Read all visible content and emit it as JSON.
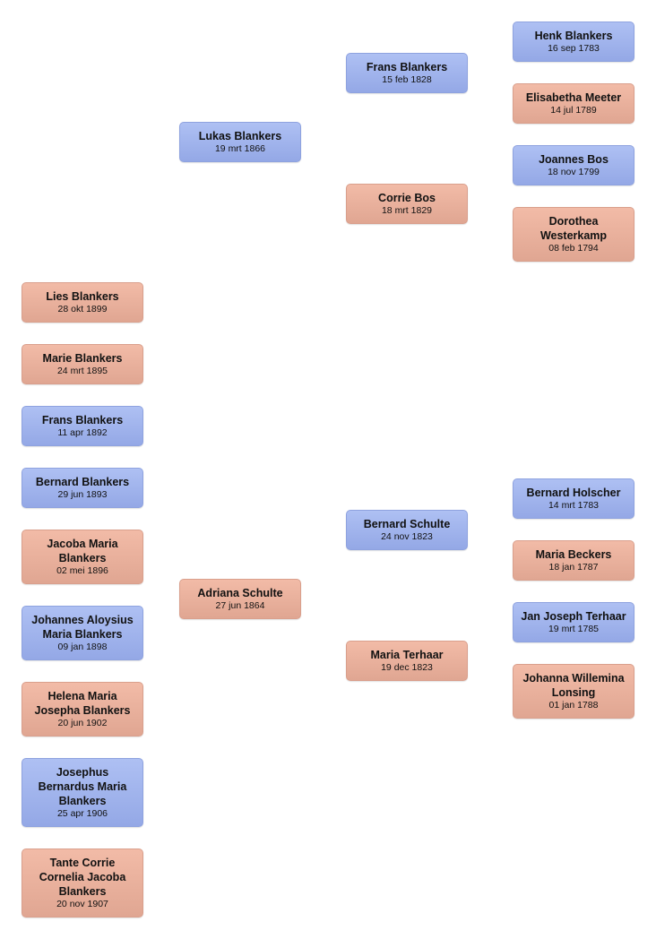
{
  "people": {
    "p_henk": {
      "name": "Henk Blankers",
      "date": "16 sep 1783",
      "sex": "m"
    },
    "p_elisabetha": {
      "name": "Elisabetha Meeter",
      "date": "14 jul 1789",
      "sex": "f"
    },
    "p_joannes": {
      "name": "Joannes Bos",
      "date": "18 nov 1799",
      "sex": "m"
    },
    "p_dorothea": {
      "name": "Dorothea Westerkamp",
      "date": "08 feb 1794",
      "sex": "f"
    },
    "p_frans_sr": {
      "name": "Frans Blankers",
      "date": "15 feb 1828",
      "sex": "m"
    },
    "p_corrie_bos": {
      "name": "Corrie Bos",
      "date": "18 mrt 1829",
      "sex": "f"
    },
    "p_lukas": {
      "name": "Lukas Blankers",
      "date": "19 mrt 1866",
      "sex": "m"
    },
    "p_lies": {
      "name": "Lies Blankers",
      "date": "28 okt 1899",
      "sex": "f"
    },
    "p_marie": {
      "name": "Marie Blankers",
      "date": "24 mrt 1895",
      "sex": "f"
    },
    "p_frans_jr": {
      "name": "Frans Blankers",
      "date": "11 apr 1892",
      "sex": "m"
    },
    "p_bernard_b": {
      "name": "Bernard Blankers",
      "date": "29 jun 1893",
      "sex": "m"
    },
    "p_jacoba": {
      "name": "Jacoba Maria Blankers",
      "date": "02 mei 1896",
      "sex": "f"
    },
    "p_johannes_a": {
      "name": "Johannes Aloysius Maria Blankers",
      "date": "09 jan 1898",
      "sex": "m"
    },
    "p_helena": {
      "name": "Helena Maria Josepha Blankers",
      "date": "20 jun 1902",
      "sex": "f"
    },
    "p_josephus": {
      "name": "Josephus Bernardus Maria Blankers",
      "date": "25 apr 1906",
      "sex": "m"
    },
    "p_tante_corrie": {
      "name": "Tante Corrie Cornelia Jacoba Blankers",
      "date": "20 nov 1907",
      "sex": "f"
    },
    "p_adriana": {
      "name": "Adriana  Schulte",
      "date": "27 jun 1864",
      "sex": "f"
    },
    "p_bernard_s": {
      "name": "Bernard Schulte",
      "date": "24 nov 1823",
      "sex": "m"
    },
    "p_maria_t": {
      "name": "Maria Terhaar",
      "date": "19 dec 1823",
      "sex": "f"
    },
    "p_bernard_h": {
      "name": "Bernard Holscher",
      "date": "14 mrt 1783",
      "sex": "m"
    },
    "p_maria_b": {
      "name": "Maria Beckers",
      "date": "18 jan 1787",
      "sex": "f"
    },
    "p_jan_joseph": {
      "name": "Jan Joseph Terhaar",
      "date": "19 mrt 1785",
      "sex": "m"
    },
    "p_johanna": {
      "name": "Johanna Willemina Lonsing",
      "date": "01 jan 1788",
      "sex": "f"
    }
  },
  "colors": {
    "male": "#a3b6ee",
    "female": "#eab29e"
  }
}
